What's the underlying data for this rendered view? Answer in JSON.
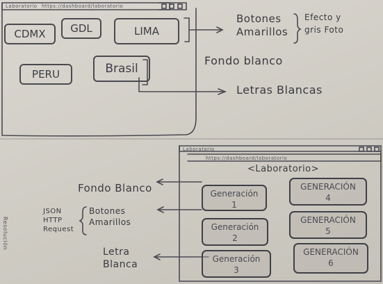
{
  "top_mockup": {
    "tab_label": "Laboratorio",
    "url": "https://dashboard/laboratorio",
    "buttons": [
      "CDMX",
      "GDL",
      "LIMA",
      "PERU",
      "Brasil"
    ],
    "notes": {
      "buttons": "Botones Amarillos",
      "effect": "Efecto y gris Foto",
      "background": "Fondo blanco",
      "text": "Letras Blancas"
    }
  },
  "bottom_mockup": {
    "tab_label": "Laboratorio",
    "url": "https://dashboard/laboratorio",
    "heading": "<Laboratorio>",
    "cards": [
      {
        "title": "Generación",
        "number": "1"
      },
      {
        "title": "GENERACIÓN",
        "number": "4"
      },
      {
        "title": "Generación",
        "number": "2"
      },
      {
        "title": "GENERACIÓN",
        "number": "5"
      },
      {
        "title": "Generación",
        "number": "3"
      },
      {
        "title": "GENERACIÓN",
        "number": "6"
      }
    ],
    "notes": {
      "background": "Fondo Blanco",
      "buttons_source": "JSON HTTP Request",
      "buttons": "Botones Amarillos",
      "text": "Letra Blanca"
    }
  },
  "margin_text": "Resolución"
}
